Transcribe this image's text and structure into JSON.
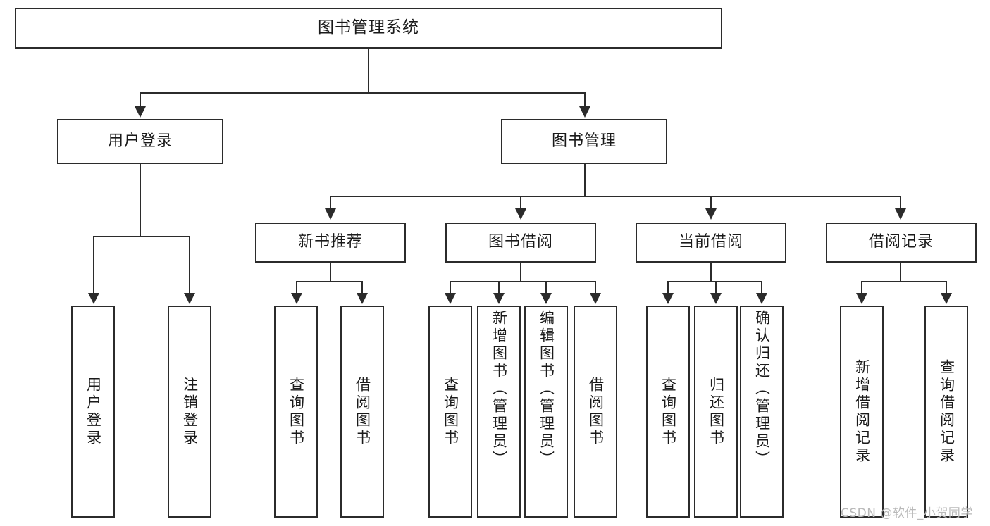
{
  "diagram": {
    "title": "图书管理系统",
    "type": "function-structure-tree",
    "watermark": "CSDN @软件_小贺同学",
    "colors": {
      "stroke": "#2b2b2b",
      "fill": "#ffffff",
      "text": "#1a1a1a",
      "watermark": "#b9b9b9"
    }
  },
  "root": {
    "label": "图书管理系统"
  },
  "level2": [
    {
      "label": "用户登录"
    },
    {
      "label": "图书管理"
    }
  ],
  "level3": [
    {
      "label": "新书推荐"
    },
    {
      "label": "图书借阅"
    },
    {
      "label": "当前借阅"
    },
    {
      "label": "借阅记录"
    }
  ],
  "leaves": {
    "user_login": [
      {
        "label": "用户登录"
      },
      {
        "label": "注销登录"
      }
    ],
    "new_book": [
      {
        "label": "查询图书"
      },
      {
        "label": "借阅图书"
      }
    ],
    "book_borrow": [
      {
        "label": "查询图书"
      },
      {
        "label": "新增图书（管理员）"
      },
      {
        "label": "编辑图书（管理员）"
      },
      {
        "label": "借阅图书"
      }
    ],
    "current_borrow": [
      {
        "label": "查询图书"
      },
      {
        "label": "归还图书"
      },
      {
        "label": "确认归还（管理员）"
      }
    ],
    "borrow_record": [
      {
        "label": "新增借阅记录"
      },
      {
        "label": "查询借阅记录"
      }
    ]
  }
}
